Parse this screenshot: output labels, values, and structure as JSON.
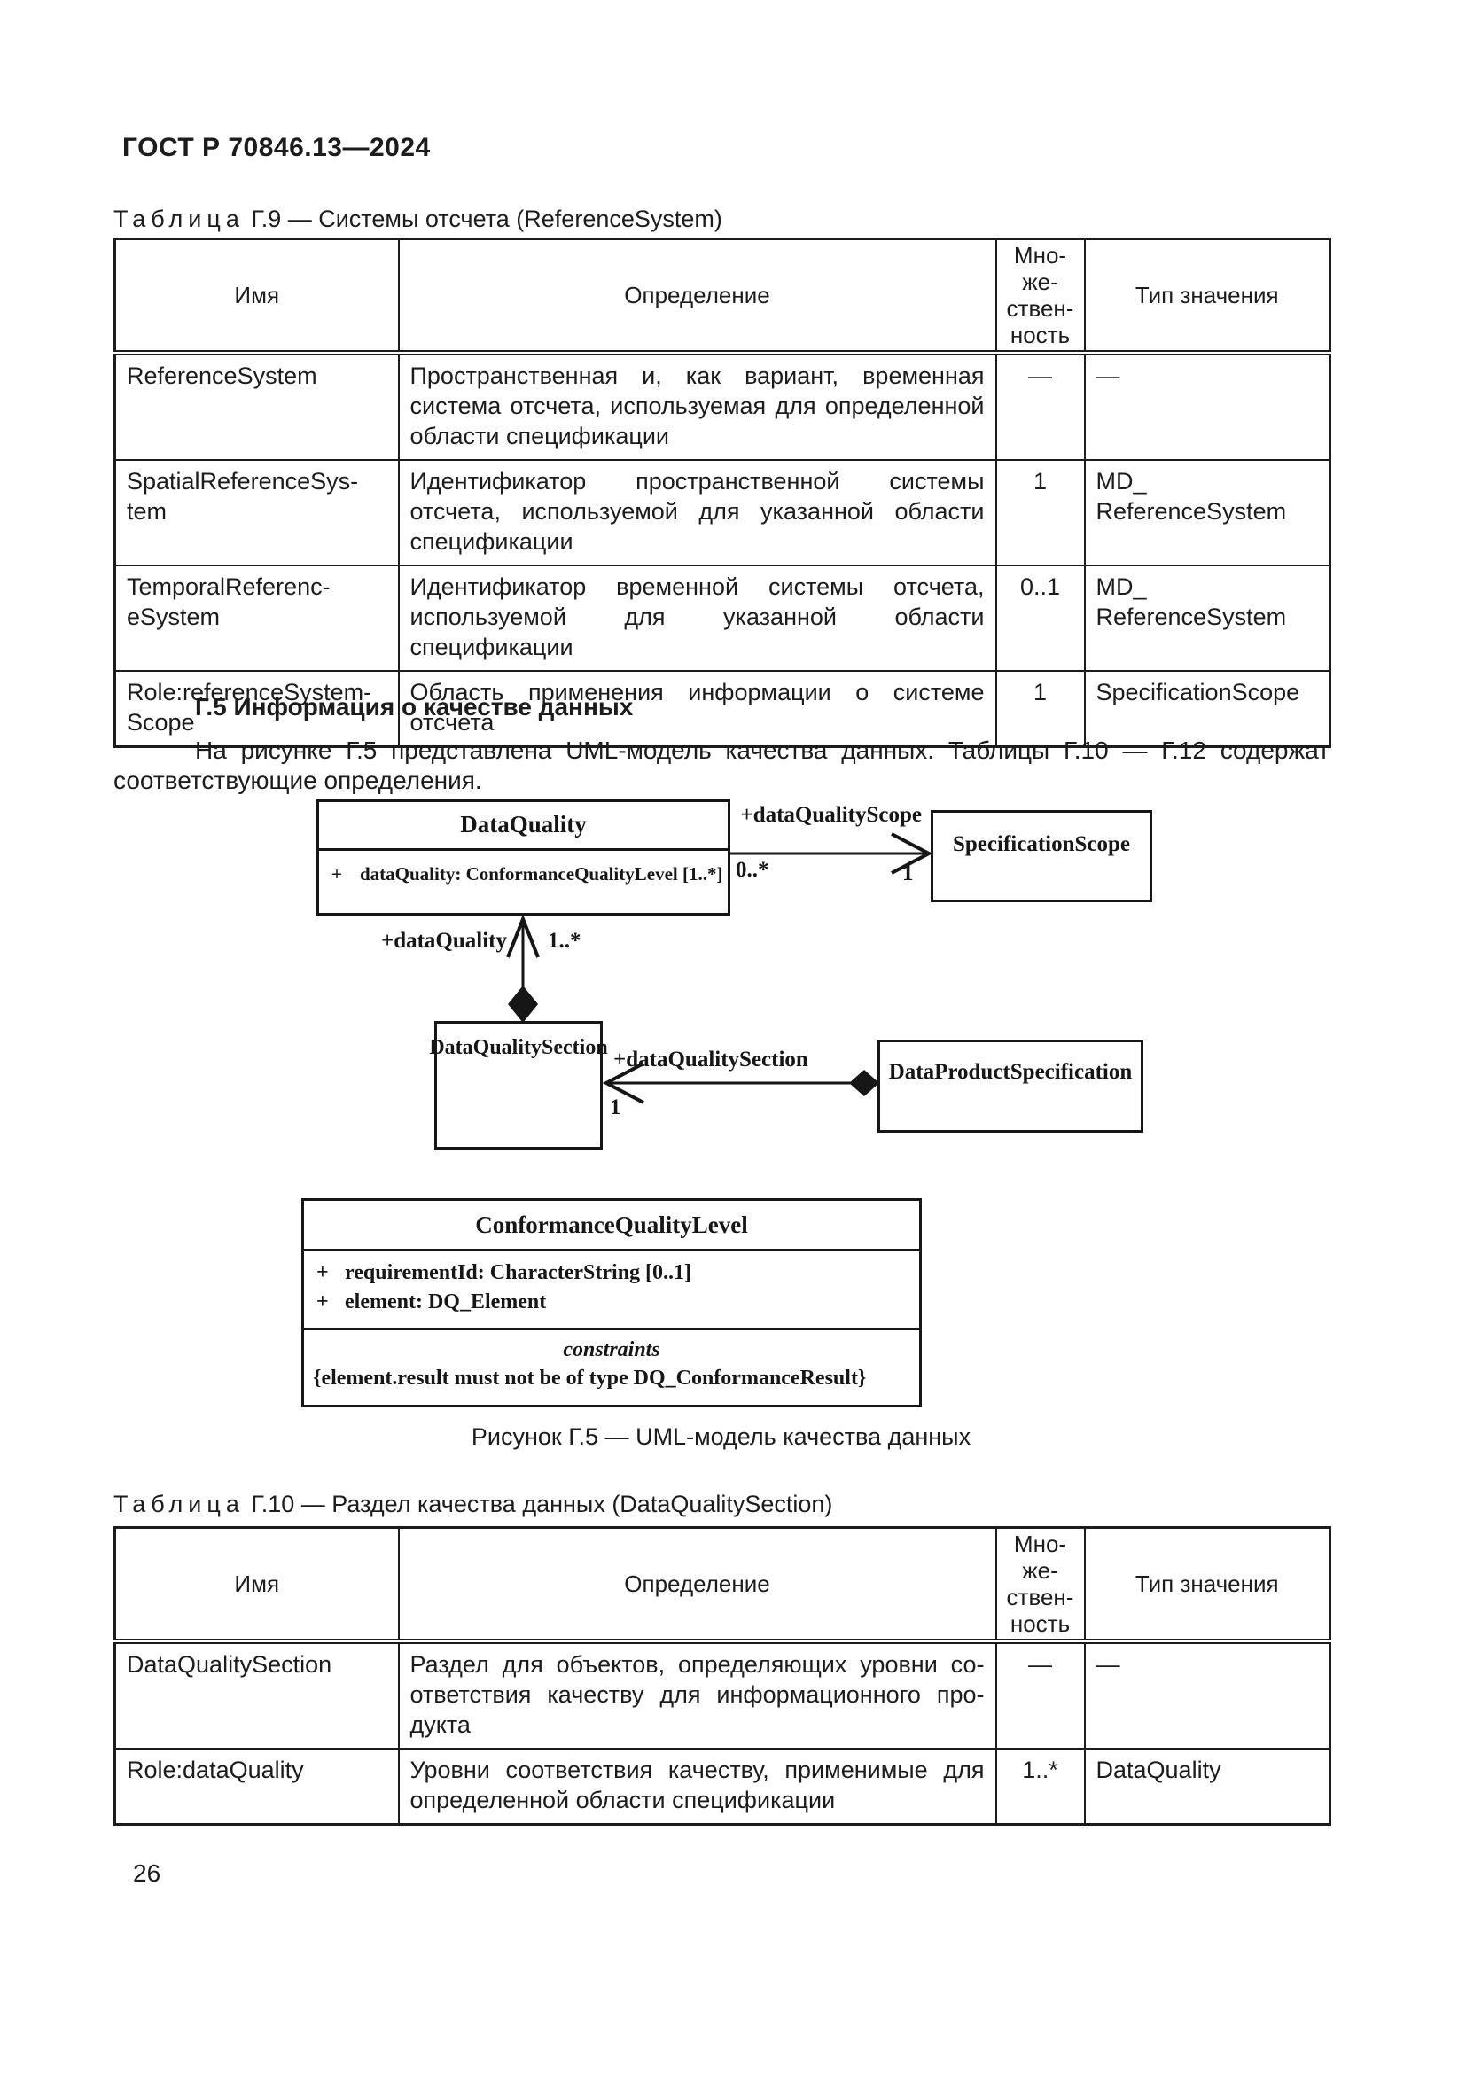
{
  "page": {
    "doc_code": "ГОСТ Р 70846.13—2024",
    "page_number": "26"
  },
  "section": {
    "heading": "Г.5 Информация о качестве данных",
    "paragraph": "На рисунке Г.5 представлена UML-модель качества данных. Таблицы Г.10 — Г.12 содержат соответствующие определения."
  },
  "table_g9": {
    "title_word": "Таблица",
    "title_text": " Г.9 — Системы отсчета (ReferenceSystem)",
    "headers": {
      "name": "Имя",
      "definition": "Определение",
      "multiplicity": "Мно-\nже-\nствен-\nность",
      "value_type": "Тип значения"
    },
    "rows": [
      {
        "name": "ReferenceSystem",
        "definition": "Пространственная и, как вариант, временная систе­ма отсчета, используемая для определенной области спецификации",
        "multiplicity": "—",
        "value_type": "—"
      },
      {
        "name": "SpatialReferenceSys-\ntem",
        "definition": "Идентификатор пространственной системы отсчета, используемой для указанной области спецификации",
        "multiplicity": "1",
        "value_type": "MD_\nReferenceSystem"
      },
      {
        "name": "TemporalReferenc-\neSystem",
        "definition": "Идентификатор временной системы отсчета, использу­емой для указанной области спецификации",
        "multiplicity": "0..1",
        "value_type": "MD_\nReferenceSystem"
      },
      {
        "name": "Role:referenceSystem-\nScope",
        "definition": "Область применения информации о системе отсчета",
        "multiplicity": "1",
        "value_type": "SpecificationScope"
      }
    ]
  },
  "figure": {
    "caption": "Рисунок Г.5 — UML-модель качества данных",
    "classes": {
      "data_quality": {
        "name": "DataQuality",
        "attribute_plus": "+",
        "attribute": "dataQuality: ConformanceQualityLevel [1..*]"
      },
      "specification_scope": {
        "name": "SpecificationScope"
      },
      "data_quality_section": {
        "name": "DataQualitySection"
      },
      "data_product_specification": {
        "name": "DataProductSpecification"
      },
      "conformance_quality_level": {
        "name": "ConformanceQualityLevel",
        "attributes": [
          {
            "plus": "+",
            "text": "requirementId: CharacterString [0..1]"
          },
          {
            "plus": "+",
            "text": "element: DQ_Element"
          }
        ],
        "constraints_label": "constraints",
        "constraint": "{element.result must not be of type DQ_ConformanceResult}"
      }
    },
    "associations": {
      "data_quality_scope": {
        "label": "+dataQualityScope",
        "mult_source": "0..*",
        "mult_target": "1"
      },
      "data_quality": {
        "label": "+dataQuality",
        "mult": "1..*"
      },
      "data_quality_section": {
        "label": "+dataQualitySection",
        "mult": "1"
      }
    }
  },
  "table_g10": {
    "title_word": "Таблица",
    "title_text": " Г.10 — Раздел качества данных (DataQualitySection)",
    "headers": {
      "name": "Имя",
      "definition": "Определение",
      "multiplicity": "Мно-\nже-\nствен-\nность",
      "value_type": "Тип значения"
    },
    "rows": [
      {
        "name": "DataQualitySection",
        "definition": "Раздел для объектов, определяющих уровни со­ответствия качеству для информационного про­дукта",
        "multiplicity": "—",
        "value_type": "—"
      },
      {
        "name": "Role:dataQuality",
        "definition": "Уровни соответствия качеству, применимые для определенной области спецификации",
        "multiplicity": "1..*",
        "value_type": "DataQuality"
      }
    ]
  }
}
